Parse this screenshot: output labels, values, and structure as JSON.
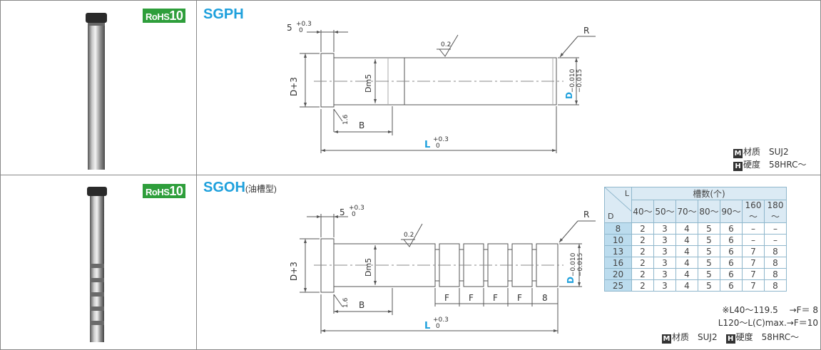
{
  "row1": {
    "rohs_prefix": "RoHS",
    "rohs_number": "10",
    "model": "SGPH",
    "dims": {
      "head_thickness": "5",
      "head_tol_upper": "+0.3",
      "head_tol_lower": "0",
      "roughness": "0.2",
      "radius": "R",
      "head_dia": "D+3",
      "shank_dia": "Dm5",
      "tip_tol_upper": "−0.010",
      "tip_tol_lower": "−0.015",
      "tip_dia": "D",
      "chamfer": "1.6",
      "length_b": "B",
      "length_l": "L",
      "l_tol_upper": "+0.3",
      "l_tol_lower": "0"
    },
    "material_badge": "M",
    "material_label": "材质",
    "material_value": "SUJ2",
    "hardness_badge": "H",
    "hardness_label": "硬度",
    "hardness_value": "58HRC～"
  },
  "row2": {
    "rohs_prefix": "RoHS",
    "rohs_number": "10",
    "model": "SGOH",
    "model_sub": "(油槽型)",
    "dims": {
      "head_thickness": "5",
      "head_tol_upper": "+0.3",
      "head_tol_lower": "0",
      "roughness": "0.2",
      "radius": "R",
      "head_dia": "D+3",
      "shank_dia": "Dm5",
      "tip_tol_upper": "−0.010",
      "tip_tol_lower": "−0.015",
      "tip_dia": "D",
      "chamfer": "1.6",
      "length_b": "B",
      "groove_f": "F",
      "groove_end": "8",
      "length_l": "L",
      "l_tol_upper": "+0.3",
      "l_tol_lower": "0"
    },
    "table": {
      "title": "槽数(个)",
      "corner_l": "L",
      "corner_d": "D",
      "columns": [
        "40～",
        "50～",
        "70～",
        "80～",
        "90～",
        "160～",
        "180～"
      ],
      "rows": [
        {
          "d": "8",
          "values": [
            "2",
            "3",
            "4",
            "5",
            "6",
            "–",
            "–"
          ]
        },
        {
          "d": "10",
          "values": [
            "2",
            "3",
            "4",
            "5",
            "6",
            "–",
            "–"
          ]
        },
        {
          "d": "13",
          "values": [
            "2",
            "3",
            "4",
            "5",
            "6",
            "7",
            "8"
          ]
        },
        {
          "d": "16",
          "values": [
            "2",
            "3",
            "4",
            "5",
            "6",
            "7",
            "8"
          ]
        },
        {
          "d": "20",
          "values": [
            "2",
            "3",
            "4",
            "5",
            "6",
            "7",
            "8"
          ]
        },
        {
          "d": "25",
          "values": [
            "2",
            "3",
            "4",
            "5",
            "6",
            "7",
            "8"
          ]
        }
      ]
    },
    "note1": "※L40～119.5　 →F＝ 8",
    "note2": "L120～L(C)max.→F＝10",
    "material_badge": "M",
    "material_label": "材质",
    "material_value": "SUJ2",
    "hardness_badge": "H",
    "hardness_label": "硬度",
    "hardness_value": "58HRC～"
  },
  "colors": {
    "accent": "#1ea0dc",
    "rohs_green": "#2e9e3b",
    "table_header": "#dbeaf4",
    "table_d_col": "#bcdcee"
  }
}
